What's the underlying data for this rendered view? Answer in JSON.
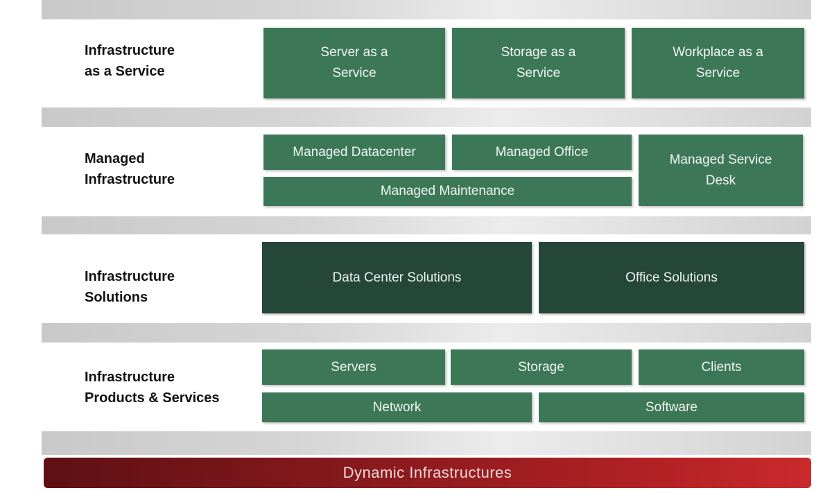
{
  "rows": {
    "iaas": {
      "label": "Infrastructure\nas a Service",
      "boxes": [
        "Server as a\nService",
        "Storage as a\nService",
        "Workplace as a\nService"
      ]
    },
    "managed": {
      "label": "Managed\nInfrastructure",
      "boxes": [
        "Managed  Datacenter",
        "Managed Office",
        "Managed Maintenance",
        "Managed Service\nDesk"
      ]
    },
    "solutions": {
      "label": "Infrastructure\nSolutions",
      "boxes": [
        "Data Center Solutions",
        "Office Solutions"
      ]
    },
    "products": {
      "label": "Infrastructure\nProducts & Services",
      "boxes": [
        "Servers",
        "Storage",
        "Clients",
        "Network",
        "Software"
      ]
    }
  },
  "foundation": "Dynamic Infrastructures",
  "colors": {
    "box_green": "#3c7858",
    "box_dark_green": "#24473a",
    "foundation_red": "#b32124",
    "separator_gray": "#d6d6d6"
  }
}
